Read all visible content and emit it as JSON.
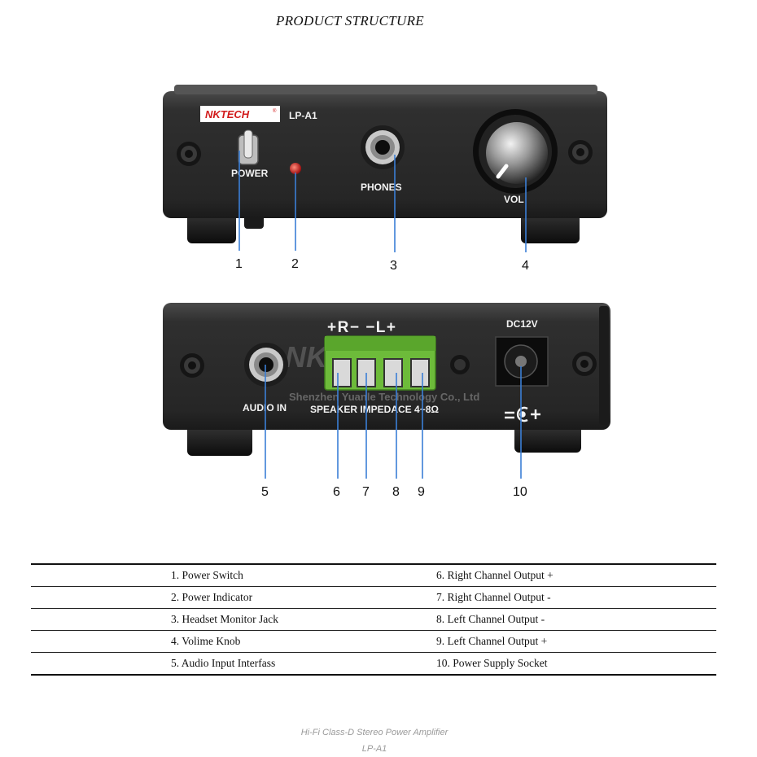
{
  "title": "PRODUCT STRUCTURE",
  "front_panel": {
    "brand": "NKTECH",
    "registered": "®",
    "model": "LP-A1",
    "labels": {
      "power": "POWER",
      "phones": "PHONES",
      "vol": "VOL"
    }
  },
  "rear_panel": {
    "speaker_polarity": "+R−  −L+",
    "speaker_label": "SPEAKER IMPEDACE 4~8Ω",
    "audio_in_label": "AUDIO IN",
    "dc_label": "DC12V",
    "watermark": "Shenzhen Yuanle Technology Co., Ltd",
    "power_symbol_icon": "dc-polarity-icon"
  },
  "callouts": [
    "1",
    "2",
    "3",
    "4",
    "5",
    "6",
    "7",
    "8",
    "9",
    "10"
  ],
  "parts": [
    {
      "left": "1. Power Switch",
      "right": "6. Right Channel Output +"
    },
    {
      "left": "2. Power Indicator",
      "right": "7. Right Channel Output -"
    },
    {
      "left": "3. Headset Monitor Jack",
      "right": "8. Left Channel Output -"
    },
    {
      "left": "4. Volime Knob",
      "right": "9. Left Channel Output +"
    },
    {
      "left": "5. Audio Input Interfass",
      "right": "10. Power Supply Socket"
    }
  ],
  "footer": {
    "line1": "Hi-Fi Class-D Stereo Power Amplifier",
    "line2": "LP-A1"
  },
  "colors": {
    "panel": "#2e2e2e",
    "callout_line": "#3b7fd6",
    "terminal": "#6dbb3a",
    "brand_red": "#d11a1a",
    "led": "#d21c1c"
  }
}
